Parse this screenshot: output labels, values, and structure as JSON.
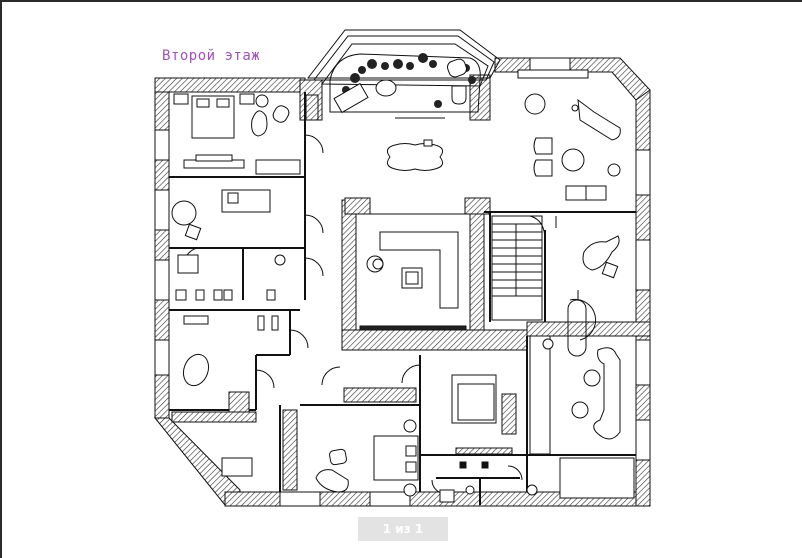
{
  "document": {
    "floor_title": "Второй этаж",
    "page_counter": "1 из 1"
  },
  "colors": {
    "title": "#a64fc0",
    "wall_hatch": "#333333",
    "line": "#111111",
    "background": "#ffffff",
    "counter_bg": "#e1e1e1"
  },
  "plan": {
    "rooms": [
      {
        "name": "bedroom-northwest",
        "features": [
          "double-bed",
          "nightstands",
          "armchair",
          "ottoman",
          "dresser"
        ]
      },
      {
        "name": "study-west",
        "features": [
          "desk",
          "round-table",
          "chair"
        ]
      },
      {
        "name": "bathroom-west-small",
        "features": [
          "toilet",
          "bidet",
          "sinks",
          "washing-machines"
        ]
      },
      {
        "name": "bay-window-lounge",
        "features": [
          "plants",
          "armchairs",
          "coffee-table",
          "sliding-door"
        ]
      },
      {
        "name": "hall-center",
        "features": [
          "dining-table"
        ]
      },
      {
        "name": "atrium-center",
        "features": [
          "l-shaped-sofa",
          "ottoman",
          "round-chair"
        ]
      },
      {
        "name": "living-room-northeast",
        "features": [
          "piano",
          "armchairs",
          "round-tables",
          "sofa"
        ]
      },
      {
        "name": "staircase-east",
        "features": [
          "stairs"
        ]
      },
      {
        "name": "office-east",
        "features": [
          "desk",
          "chair"
        ]
      },
      {
        "name": "bathroom-southwest",
        "features": [
          "bathtub",
          "shower",
          "double-sink",
          "toilet",
          "bidet"
        ]
      },
      {
        "name": "dressing-room-southwest",
        "features": [
          "wardrobe",
          "island"
        ]
      },
      {
        "name": "bedroom-south",
        "features": [
          "double-bed",
          "chaise",
          "armchair",
          "wardrobe"
        ]
      },
      {
        "name": "lounge-south-center",
        "features": [
          "sofa-bed",
          "radiator",
          "shelf"
        ]
      },
      {
        "name": "family-room-southeast",
        "features": [
          "curved-sofa",
          "round-tables",
          "tv-unit"
        ]
      },
      {
        "name": "bathroom-south-small",
        "features": [
          "toilet",
          "sink"
        ]
      }
    ]
  }
}
